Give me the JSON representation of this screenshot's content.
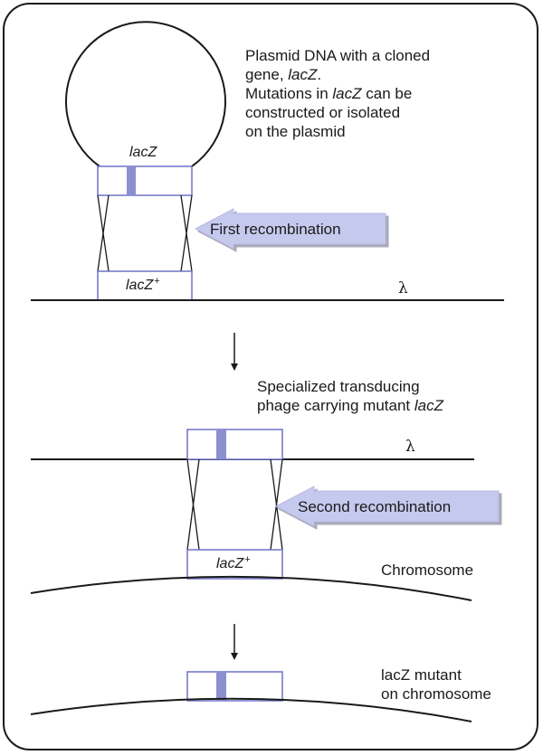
{
  "colors": {
    "line": "#1a1a1a",
    "box_stroke": "#6f72c8",
    "mutation_band": "#8b8fd0",
    "arrow_fill": "#c6c9ee",
    "arrow_shadow": "#a8aab8"
  },
  "top": {
    "description_line1": "Plasmid DNA with a cloned",
    "description_line2a": "gene, ",
    "description_line2b": "lacZ",
    "description_line2c": ".",
    "description_line3a": "Mutations in ",
    "description_line3b": "lacZ",
    "description_line3c": " can be",
    "description_line4": "constructed or isolated",
    "description_line5": "on the plasmid",
    "plasmid_gene_label": "lacZ",
    "phage_gene_label": "lacZ",
    "phage_gene_sup": "+",
    "phage_symbol": "λ",
    "recombination_label": "First recombination"
  },
  "middle": {
    "caption_line1": "Specialized transducing",
    "caption_line2a": "phage carrying mutant ",
    "caption_line2b": "lacZ",
    "phage_symbol": "λ",
    "chromosome_gene_label": "lacZ",
    "chromosome_gene_sup": "+",
    "chromosome_label": "Chromosome",
    "recombination_label": "Second recombination"
  },
  "bottom": {
    "caption_line1": "lacZ mutant",
    "caption_line2": "on chromosome"
  }
}
